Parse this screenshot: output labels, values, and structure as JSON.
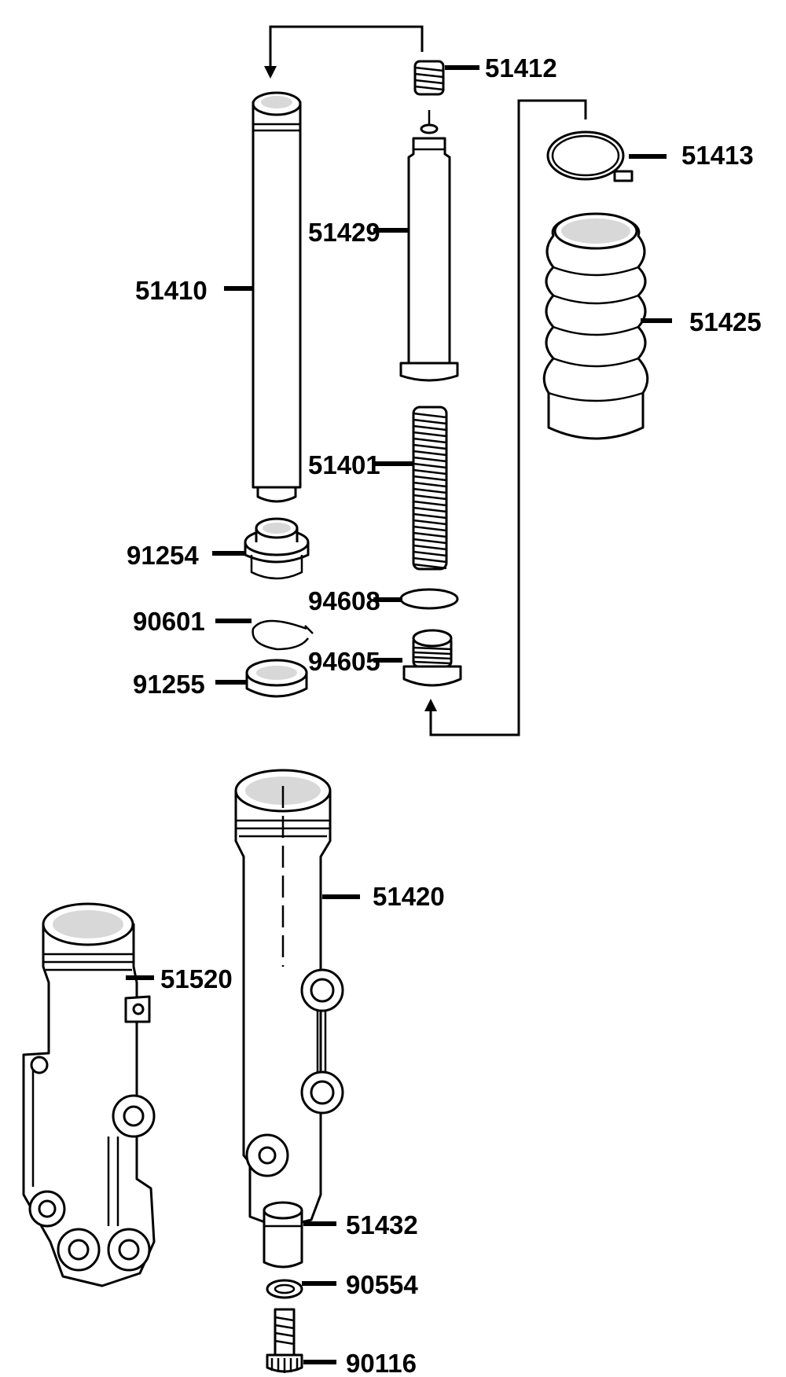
{
  "diagram": {
    "parts": [
      {
        "id": "51412",
        "label": "51412"
      },
      {
        "id": "51413",
        "label": "51413"
      },
      {
        "id": "51429",
        "label": "51429"
      },
      {
        "id": "51410",
        "label": "51410"
      },
      {
        "id": "51425",
        "label": "51425"
      },
      {
        "id": "51401",
        "label": "51401"
      },
      {
        "id": "91254",
        "label": "91254"
      },
      {
        "id": "94608",
        "label": "94608"
      },
      {
        "id": "90601",
        "label": "90601"
      },
      {
        "id": "94605",
        "label": "94605"
      },
      {
        "id": "91255",
        "label": "91255"
      },
      {
        "id": "51420",
        "label": "51420"
      },
      {
        "id": "51520",
        "label": "51520"
      },
      {
        "id": "51432",
        "label": "51432"
      },
      {
        "id": "90554",
        "label": "90554"
      },
      {
        "id": "90116",
        "label": "90116"
      }
    ]
  }
}
